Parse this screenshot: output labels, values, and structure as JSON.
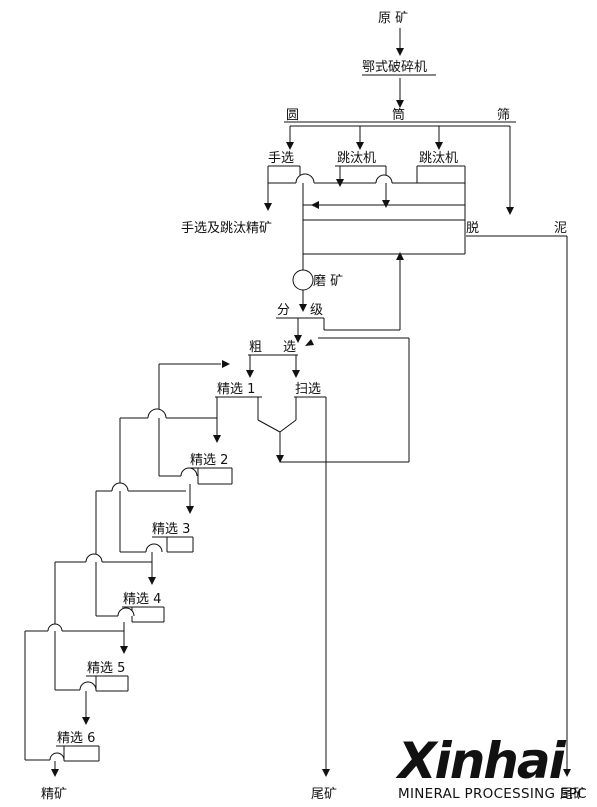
{
  "nodes": {
    "raw_ore": "原 矿",
    "jaw_crusher": "鄂式破碎机",
    "screen_left": "圆",
    "screen_mid": "筒",
    "screen_right": "筛",
    "hand_sorting": "手选",
    "jig_1": "跳汰机",
    "jig_2": "跳汰机",
    "hand_jig_concentrate": "手选及跳汰精矿",
    "desliming_left": "脱",
    "desliming_right": "泥",
    "grinding": "磨 矿",
    "classify_left": "分",
    "classify_right": "级",
    "rougher_left": "粗",
    "rougher_right": "选",
    "cleaner_1": "精选 1",
    "scavenger": "扫选",
    "cleaner_2": "精选 2",
    "cleaner_3": "精选 3",
    "cleaner_4": "精选 4",
    "cleaner_5": "精选 5",
    "cleaner_6": "精选 6",
    "final_concentrate": "精矿",
    "tailings": "尾矿",
    "tailings_right": "尾矿"
  },
  "logo": {
    "wordmark": "Xinhai",
    "tagline": "MINERAL PROCESSING EPC",
    "color": "#1f4f9e"
  },
  "colors": {
    "line": "#111111",
    "background": "#ffffff"
  }
}
